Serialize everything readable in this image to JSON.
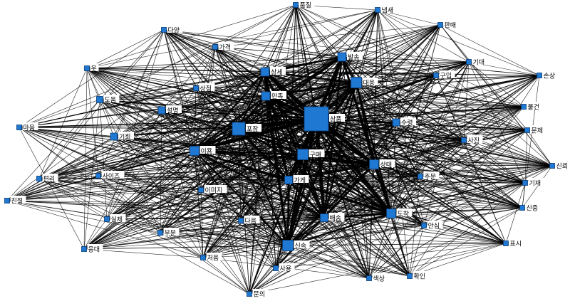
{
  "colors": {
    "node": "#1f78d1",
    "node_stroke": "#0b3a73",
    "edge": "#000000",
    "label_bg": "#ffffff"
  },
  "nodes": [
    {
      "id": "상품",
      "label": "상품",
      "weight": 1.0
    },
    {
      "id": "구매",
      "label": "구매",
      "weight": 0.55
    },
    {
      "id": "포장",
      "label": "포장",
      "weight": 0.6
    },
    {
      "id": "대응",
      "label": "대응",
      "weight": 0.5
    },
    {
      "id": "발송",
      "label": "발송",
      "weight": 0.4
    },
    {
      "id": "상세",
      "label": "상세",
      "weight": 0.4
    },
    {
      "id": "만족",
      "label": "만족",
      "weight": 0.4
    },
    {
      "id": "이용",
      "label": "이용",
      "weight": 0.45
    },
    {
      "id": "상태",
      "label": "상태",
      "weight": 0.45
    },
    {
      "id": "가게",
      "label": "가게",
      "weight": 0.4
    },
    {
      "id": "배송",
      "label": "배송",
      "weight": 0.4
    },
    {
      "id": "도착",
      "label": "도착",
      "weight": 0.45
    },
    {
      "id": "신속",
      "label": "신속",
      "weight": 0.5
    },
    {
      "id": "설명",
      "label": "설명",
      "weight": 0.3
    },
    {
      "id": "수령",
      "label": "수령",
      "weight": 0.3
    },
    {
      "id": "기회",
      "label": "기회",
      "weight": 0.3
    },
    {
      "id": "품질",
      "label": "품질",
      "weight": 0.2
    },
    {
      "id": "냄새",
      "label": "냄새",
      "weight": 0.2
    },
    {
      "id": "판매",
      "label": "판매",
      "weight": 0.2
    },
    {
      "id": "다양",
      "label": "다양",
      "weight": 0.2
    },
    {
      "id": "가격",
      "label": "가격",
      "weight": 0.2
    },
    {
      "id": "기대",
      "label": "기대",
      "weight": 0.2
    },
    {
      "id": "구입",
      "label": "구입",
      "weight": 0.2
    },
    {
      "id": "손상",
      "label": "손상",
      "weight": 0.2
    },
    {
      "id": "옷",
      "label": "옷",
      "weight": 0.2
    },
    {
      "id": "상점",
      "label": "상점",
      "weight": 0.2
    },
    {
      "id": "도움",
      "label": "도움",
      "weight": 0.25
    },
    {
      "id": "물건",
      "label": "물건",
      "weight": 0.2
    },
    {
      "id": "마음",
      "label": "마음",
      "weight": 0.2
    },
    {
      "id": "문제",
      "label": "문제",
      "weight": 0.2
    },
    {
      "id": "사진",
      "label": "사진",
      "weight": 0.2
    },
    {
      "id": "신뢰",
      "label": "신뢰",
      "weight": 0.2
    },
    {
      "id": "편리",
      "label": "편리",
      "weight": 0.2
    },
    {
      "id": "사이즈",
      "label": "사이즈",
      "weight": 0.2
    },
    {
      "id": "주문",
      "label": "주문",
      "weight": 0.2
    },
    {
      "id": "기재",
      "label": "기재",
      "weight": 0.2
    },
    {
      "id": "이미지",
      "label": "이미지",
      "weight": 0.2
    },
    {
      "id": "친절",
      "label": "친절",
      "weight": 0.2
    },
    {
      "id": "신중",
      "label": "신중",
      "weight": 0.2
    },
    {
      "id": "실제",
      "label": "실제",
      "weight": 0.2
    },
    {
      "id": "다음",
      "label": "다음",
      "weight": 0.2
    },
    {
      "id": "안심",
      "label": "안심",
      "weight": 0.2
    },
    {
      "id": "부분",
      "label": "부분",
      "weight": 0.2
    },
    {
      "id": "응대",
      "label": "응대",
      "weight": 0.2
    },
    {
      "id": "표시",
      "label": "표시",
      "weight": 0.2
    },
    {
      "id": "처음",
      "label": "처음",
      "weight": 0.2
    },
    {
      "id": "사용",
      "label": "사용",
      "weight": 0.2
    },
    {
      "id": "색상",
      "label": "색상",
      "weight": 0.2
    },
    {
      "id": "확인",
      "label": "확인",
      "weight": 0.2
    },
    {
      "id": "문의",
      "label": "문의",
      "weight": 0.2
    }
  ]
}
